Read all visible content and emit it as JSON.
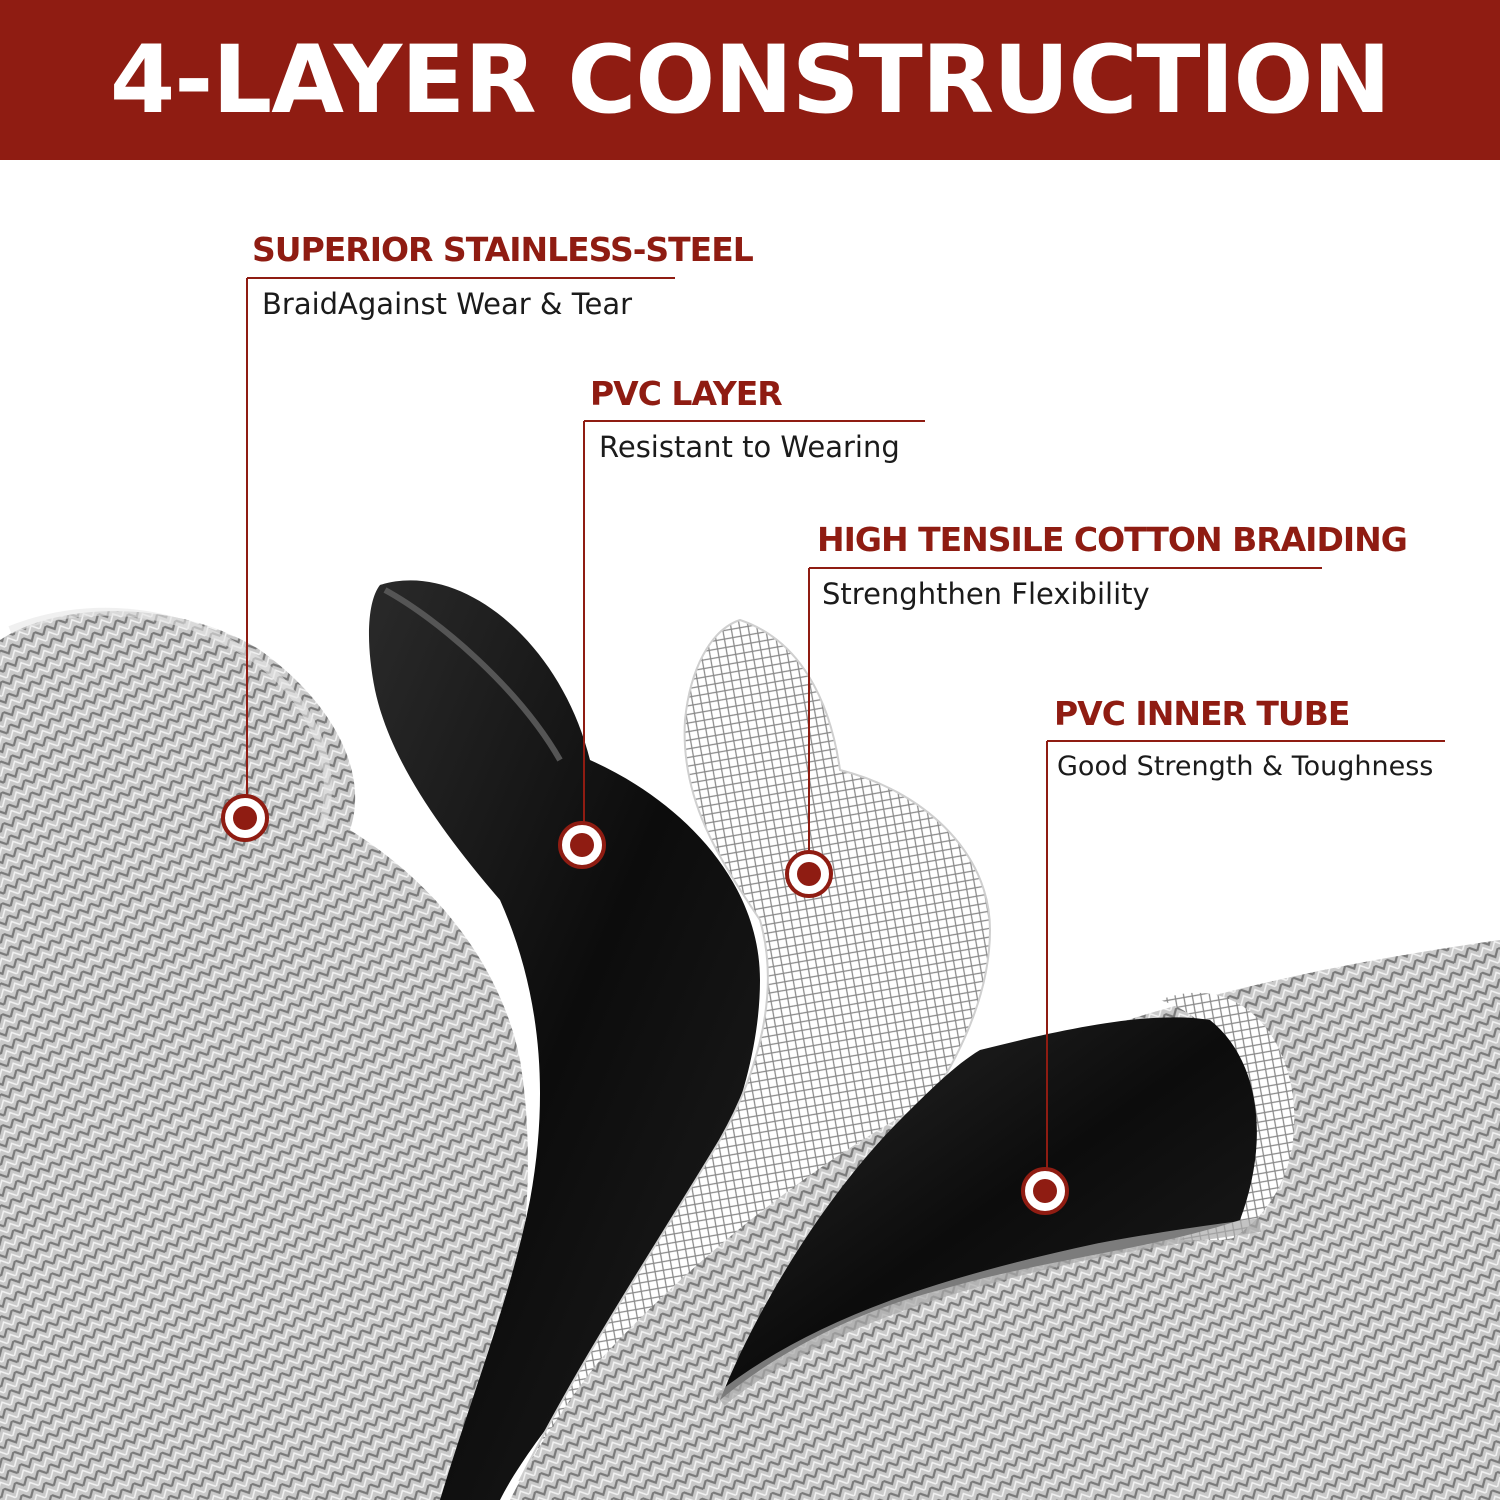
{
  "banner": {
    "title": "4-LAYER CONSTRUCTION"
  },
  "colors": {
    "accent": "#8f1c12",
    "steel": "#b8b8b8",
    "black": "#111111"
  },
  "callouts": [
    {
      "title": "SUPERIOR STAINLESS-STEEL",
      "desc": "BraidAgainst Wear & Tear"
    },
    {
      "title": "PVC LAYER",
      "desc": "Resistant to Wearing"
    },
    {
      "title": "HIGH TENSILE COTTON BRAIDING",
      "desc": "Strenghthen Flexibility"
    },
    {
      "title": "PVC INNER TUBE",
      "desc": "Good Strength & Toughness"
    }
  ]
}
